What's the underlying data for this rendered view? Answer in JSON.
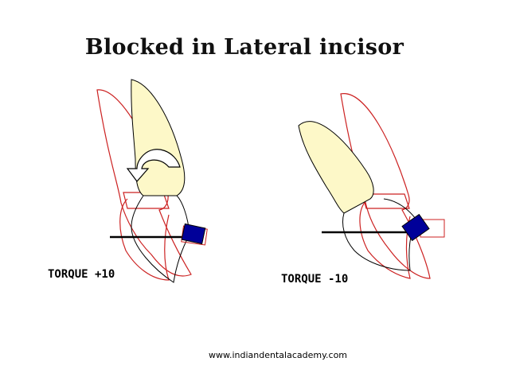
{
  "slide": {
    "title": "Blocked in Lateral incisor",
    "left_panel": {
      "label": "TORQUE +10"
    },
    "right_panel": {
      "label": "TORQUE -10"
    },
    "footer": "www.indiandentalacademy.com"
  },
  "colors": {
    "crown_fill": "#fdf8c8",
    "outline_red": "#cc2222",
    "bracket_blue": "#000099",
    "archwire": "#000000"
  }
}
